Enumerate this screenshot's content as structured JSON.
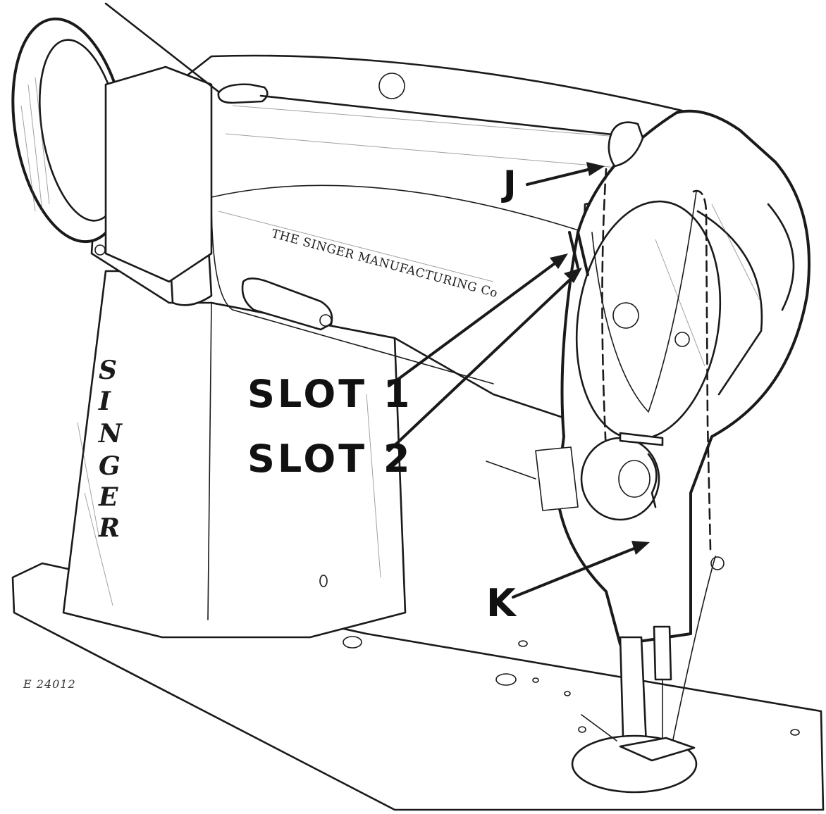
{
  "labels": {
    "j": "J",
    "slot1": "SLOT 1",
    "slot2": "SLOT 2",
    "k": "K"
  },
  "figure_code": "E 24012",
  "maker_text": "THE SINGER MANUFACTURING Co",
  "brand_letters": [
    "S",
    "I",
    "N",
    "G",
    "E",
    "R"
  ]
}
